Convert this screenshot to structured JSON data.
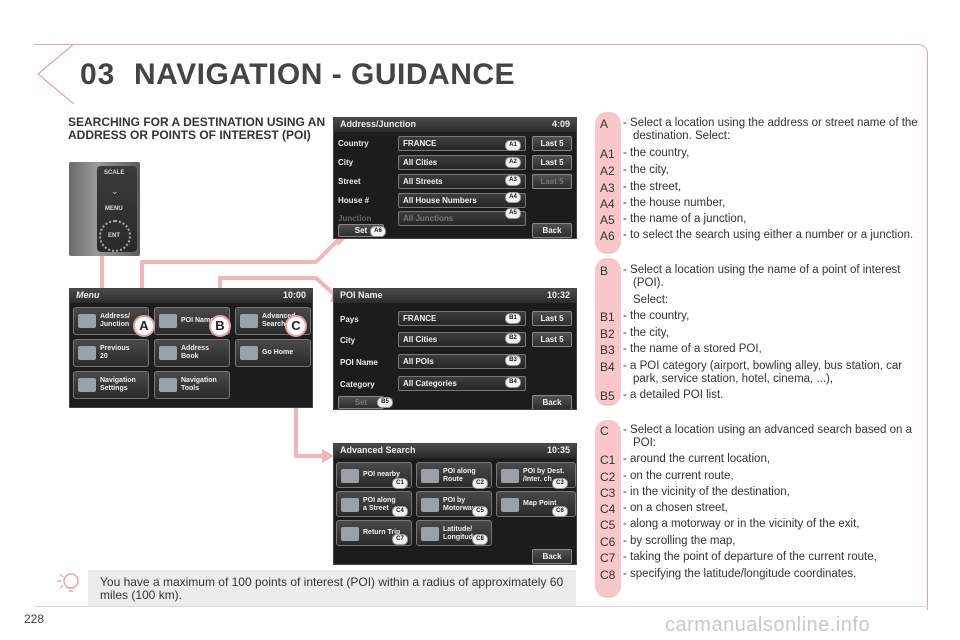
{
  "header": {
    "chapter_number": "03",
    "chapter_title": "NAVIGATION - GUIDANCE"
  },
  "page_number": "228",
  "watermark": "carmanualsonline.info",
  "section_heading": "SEARCHING FOR A DESTINATION USING AN ADDRESS OR POINTS OF INTEREST (POI)",
  "device": {
    "scale_label": "SCALE",
    "menu_label": "MENU",
    "ent_label": "ENT"
  },
  "menu_screen": {
    "title": "Menu",
    "time": "10:00",
    "tiles": [
      "Address/\nJunction",
      "POI Name",
      "Advanced\nSearch",
      "Previous\n20",
      "Address\nBook",
      "Go Home",
      "Navigation\nSettings",
      "Navigation\nTools"
    ]
  },
  "address_screen": {
    "title": "Address/Junction",
    "time": "4:09",
    "rows": [
      {
        "label": "Country",
        "value": "FRANCE",
        "button": "Last 5"
      },
      {
        "label": "City",
        "value": "All Cities",
        "button": "Last 5"
      },
      {
        "label": "Street",
        "value": "All Streets",
        "button": "Last 5"
      },
      {
        "label": "House #",
        "value": "All House Numbers"
      },
      {
        "label": "Junction",
        "value": "All Junctions"
      }
    ],
    "set_label": "Set",
    "back_label": "Back"
  },
  "poi_screen": {
    "title": "POI Name",
    "time": "10:32",
    "rows": [
      {
        "label": "Pays",
        "value": "FRANCE",
        "button": "Last 5"
      },
      {
        "label": "City",
        "value": "All Cities",
        "button": "Last 5"
      },
      {
        "label": "POI Name",
        "value": "All POIs"
      },
      {
        "label": "Category",
        "value": "All Categories"
      }
    ],
    "set_label": "Set",
    "back_label": "Back"
  },
  "advanced_screen": {
    "title": "Advanced Search",
    "time": "10:35",
    "tiles": [
      "POI nearby",
      "POI along\nRoute",
      "POI by Dest.\n/Inter. ch",
      "POI along\na Street",
      "POI by\nMotorway",
      "Map Point",
      "Return Trip",
      "Latitude/\nLongitude"
    ],
    "back_label": "Back"
  },
  "callouts": {
    "a": [
      "A1",
      "A2",
      "A3",
      "A4",
      "A5",
      "A6"
    ],
    "b": [
      "B1",
      "B2",
      "B3",
      "B4",
      "B5"
    ],
    "c": [
      "C1",
      "C2",
      "C3",
      "C4",
      "C5",
      "C6",
      "C7",
      "C8"
    ],
    "big": [
      "A",
      "B",
      "C"
    ]
  },
  "legend_a": [
    {
      "key": "A",
      "text": "- Select a location using the address or street name of the destination. Select:"
    },
    {
      "key": "A1",
      "text": "- the country,"
    },
    {
      "key": "A2",
      "text": "- the city,"
    },
    {
      "key": "A3",
      "text": "- the street,"
    },
    {
      "key": "A4",
      "text": "- the house number,"
    },
    {
      "key": "A5",
      "text": "- the name of a junction,"
    },
    {
      "key": "A6",
      "text": "- to select the search using either a number or a junction."
    }
  ],
  "legend_b": [
    {
      "key": "B",
      "text": "- Select a location using the name of a point of interest (POI)."
    },
    {
      "key": "",
      "text": "Select:"
    },
    {
      "key": "B1",
      "text": "- the country,"
    },
    {
      "key": "B2",
      "text": "- the city,"
    },
    {
      "key": "B3",
      "text": "- the name of a stored POI,"
    },
    {
      "key": "B4",
      "text": "- a POI category (airport, bowling alley, bus station, car park, service station, hotel, cinema, ...),"
    },
    {
      "key": "B5",
      "text": "- a detailed POI list."
    }
  ],
  "legend_c": [
    {
      "key": "C",
      "text": "- Select a location using an advanced search based on a POI:"
    },
    {
      "key": "C1",
      "text": "- around the current location,"
    },
    {
      "key": "C2",
      "text": "- on the current route,"
    },
    {
      "key": "C3",
      "text": "- in the vicinity of the destination,"
    },
    {
      "key": "C4",
      "text": "- on a chosen street,"
    },
    {
      "key": "C5",
      "text": "- along a motorway or in the vicinity of the exit,"
    },
    {
      "key": "C6",
      "text": "- by scrolling the map,"
    },
    {
      "key": "C7",
      "text": "- taking the point of departure of the current route,"
    },
    {
      "key": "C8",
      "text": "- specifying the latitude/longitude coordinates."
    }
  ],
  "note": "You have a maximum of 100 points of interest (POI) within a radius of approximately 60 miles (100 km).",
  "colors": {
    "accent_pink": "#f7c7c9",
    "arrow_pink": "#f2b6b8",
    "frame_line": "#e7a0a6"
  }
}
